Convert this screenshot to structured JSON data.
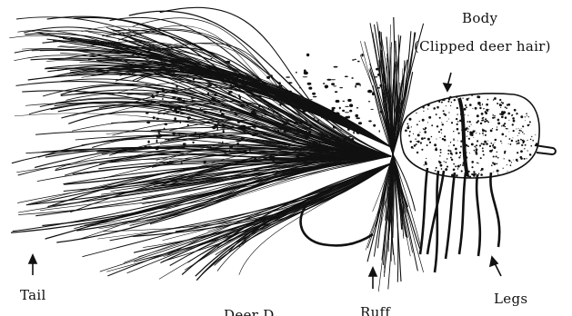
{
  "diagram": {
    "labels": {
      "body_title": "Body",
      "body_detail": "(Clipped deer hair)",
      "tail": "Tail",
      "ruff": "Ruff",
      "legs": "Legs",
      "cut_off": "Deer D"
    },
    "colors": {
      "ink": "#111111",
      "paper": "#ffffff"
    }
  }
}
